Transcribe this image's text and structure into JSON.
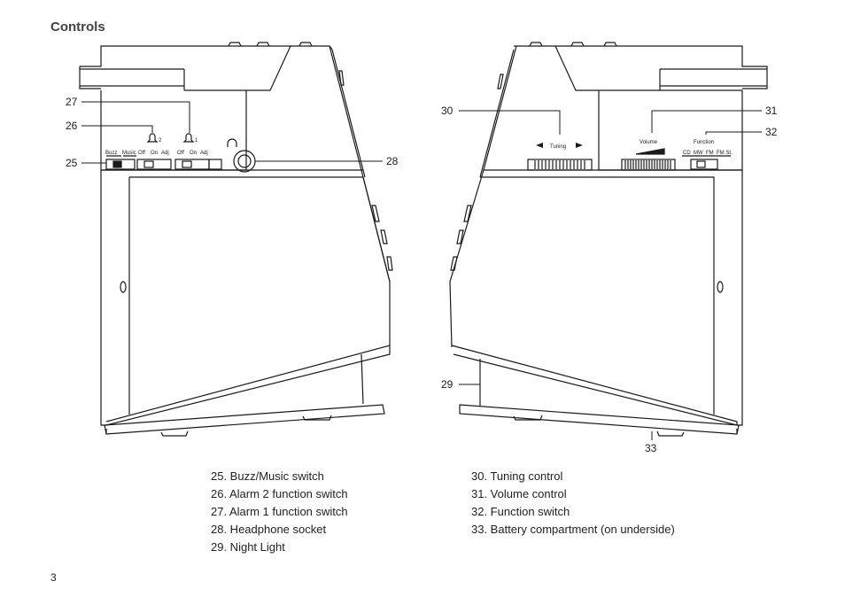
{
  "page": {
    "title": "Controls",
    "number": "3"
  },
  "callouts": {
    "c25": "25",
    "c26": "26",
    "c27": "27",
    "c28": "28",
    "c29": "29",
    "c30": "30",
    "c31": "31",
    "c32": "32",
    "c33": "33"
  },
  "panel_left": {
    "buzz": "Buzz",
    "music": "Music",
    "alarm2_mark": "2",
    "alarm1_mark": "1",
    "a2_off": "Off",
    "a2_on": "On",
    "a2_adj": "Adj",
    "a1_off": "Off",
    "a1_on": "On",
    "a1_adj": "Adj"
  },
  "panel_right": {
    "tuning": "Tuning",
    "volume": "Volume",
    "function": "Function",
    "fn_cd": "CD",
    "fn_mw": "MW",
    "fn_fm": "FM",
    "fn_fmst": "FM St."
  },
  "legend": {
    "left": [
      "25. Buzz/Music  switch",
      "26. Alarm  2  function  switch",
      "27. Alarm  1  function  switch",
      "28. Headphone  socket",
      "29. Night Light"
    ],
    "right": [
      "30. Tuning control",
      "31. Volume  control",
      "32. Function  switch",
      "33. Battery compartment (on underside)"
    ]
  }
}
